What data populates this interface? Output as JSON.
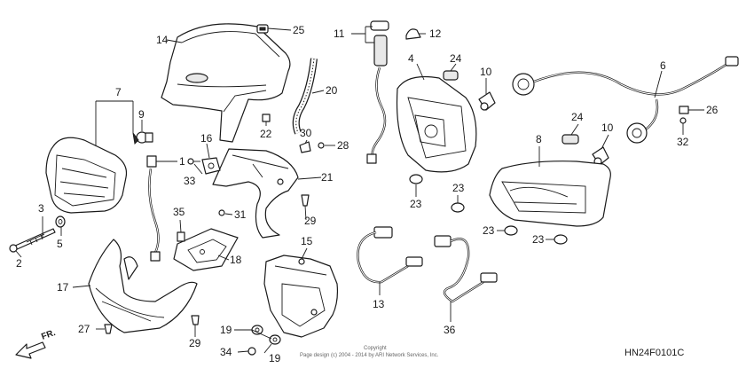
{
  "diagram_code": "HN24F0101C",
  "direction_label": "FR.",
  "copyright": {
    "line1": "Copyright",
    "line2": "Page design (c) 2004 - 2014 by ARI Network Services, Inc."
  },
  "callouts": {
    "c1": "1",
    "c2": "2",
    "c3": "3",
    "c4": "4",
    "c5": "5",
    "c6": "6",
    "c7": "7",
    "c8": "8",
    "c9": "9",
    "c10a": "10",
    "c10b": "10",
    "c11": "11",
    "c12": "12",
    "c13": "13",
    "c14": "14",
    "c15": "15",
    "c16": "16",
    "c17": "17",
    "c18": "18",
    "c19a": "19",
    "c19b": "19",
    "c20": "20",
    "c21": "21",
    "c22": "22",
    "c23a": "23",
    "c23b": "23",
    "c23c": "23",
    "c23d": "23",
    "c24a": "24",
    "c24b": "24",
    "c25": "25",
    "c26": "26",
    "c27": "27",
    "c28": "28",
    "c29a": "29",
    "c29b": "29",
    "c30": "30",
    "c31": "31",
    "c32": "32",
    "c33": "33",
    "c34": "34",
    "c35": "35",
    "c36": "36"
  }
}
